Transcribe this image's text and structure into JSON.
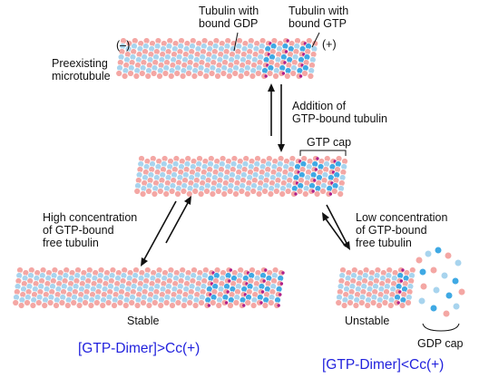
{
  "labels": {
    "tubulin_gdp": "Tubulin with\nbound GDP",
    "tubulin_gtp": "Tubulin with\nbound GTP",
    "minus_end": "(–)",
    "plus_end": "(+)",
    "preexisting": "Preexisting\nmicrotubule",
    "addition": "Addition of\nGTP-bound tubulin",
    "gtp_cap": "GTP cap",
    "high_conc": "High concentration\nof GTP-bound\nfree tubulin",
    "low_conc": "Low concentration\nof GTP-bound\nfree tubulin",
    "stable": "Stable",
    "unstable": "Unstable",
    "gdp_cap": "GDP cap",
    "stable_condition": "[GTP-Dimer]>Cc(+)",
    "unstable_condition": "[GTP-Dimer]<Cc(+)"
  },
  "colors": {
    "alpha_tubulin": "#f4a7a4",
    "beta_tubulin": "#a8d4ee",
    "gtp_tubulin": "#3fa9e4",
    "gtp_dot": "#b0208a",
    "condition_text": "#2222dd"
  }
}
